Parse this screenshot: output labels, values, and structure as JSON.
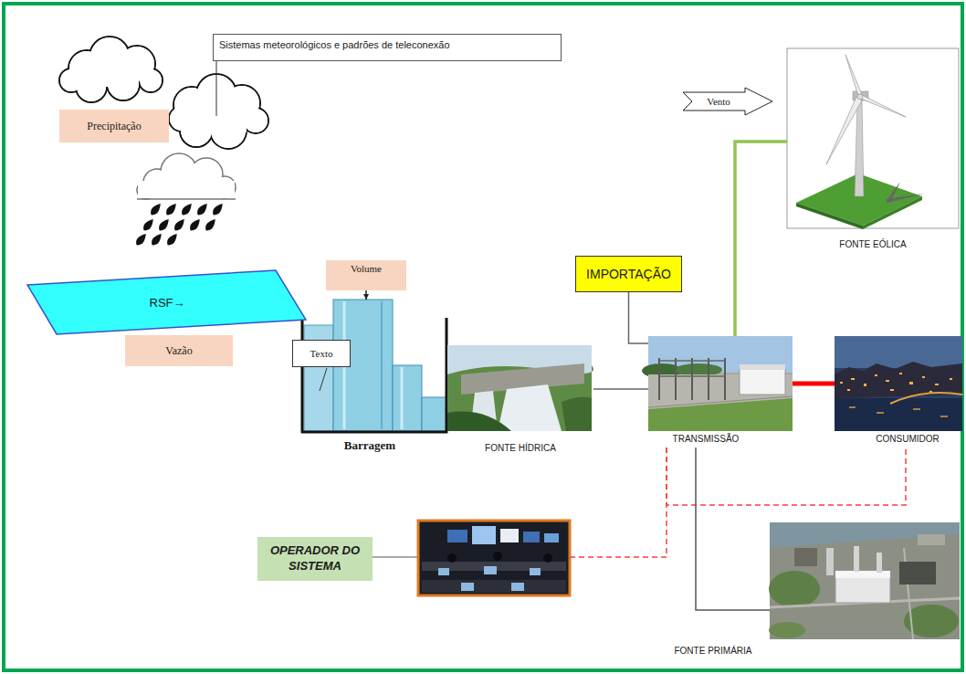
{
  "diagram": {
    "nodes": [
      {
        "text": [
          "Sistemas meteorológicos e padrões de teleconexão"
        ]
      },
      {
        "text": [
          "Precipitação"
        ]
      },
      {
        "text": [
          "Vento"
        ]
      },
      {
        "text": [
          "FONTE EÓLICA"
        ]
      },
      {
        "text": [
          "Volume"
        ]
      },
      {
        "text": [
          "IMPORTAÇÃO"
        ]
      },
      {
        "text": [
          "RSF→"
        ]
      },
      {
        "text": [
          "Vazão"
        ]
      },
      {
        "text": [
          "Barragem"
        ]
      },
      {
        "text": [
          "Texto"
        ],
        "in": 8
      },
      {
        "text": [
          "FONTE HÍDRICA"
        ]
      },
      {
        "text": [
          "TRANSMISSÃO"
        ]
      },
      {
        "text": [
          "CONSUMIDOR"
        ]
      },
      {
        "text": [
          "OPERADOR DO SISTEMA"
        ]
      },
      {
        "text": [
          "FONTE PRIMÁRIA"
        ]
      }
    ],
    "edges": [
      {
        "from": 5,
        "to": 11,
        "arrow": "none"
      },
      {
        "from": 10,
        "to": 11,
        "arrow": "none"
      },
      {
        "from": 11,
        "to": 3,
        "arrow": "none"
      },
      {
        "from": 11,
        "to": 12,
        "arrow": "none"
      },
      {
        "from": 11,
        "to": 12,
        "arrow": "none"
      },
      {
        "from": 13,
        "to": 11,
        "arrow": "none"
      },
      {
        "from": 11,
        "to": 14,
        "arrow": "none"
      },
      {
        "from": 4,
        "to": 8,
        "arrow": "to"
      }
    ]
  }
}
